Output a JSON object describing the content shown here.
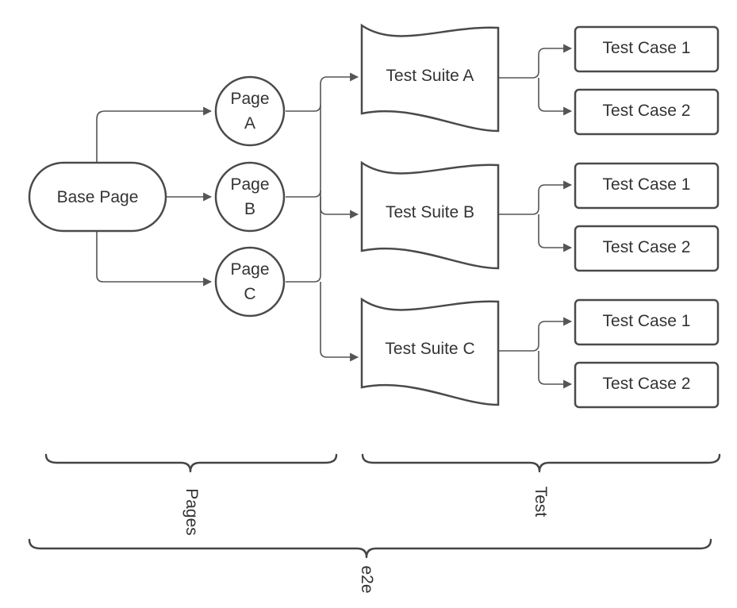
{
  "base": {
    "label": "Base Page"
  },
  "pages": {
    "a": {
      "line1": "Page",
      "line2": "A"
    },
    "b": {
      "line1": "Page",
      "line2": "B"
    },
    "c": {
      "line1": "Page",
      "line2": "C"
    }
  },
  "suites": {
    "a": {
      "label": "Test Suite A",
      "case1": "Test Case 1",
      "case2": "Test Case 2"
    },
    "b": {
      "label": "Test Suite B",
      "case1": "Test Case 1",
      "case2": "Test Case 2"
    },
    "c": {
      "label": "Test Suite C",
      "case1": "Test Case 1",
      "case2": "Test Case 2"
    }
  },
  "brackets": {
    "pages": "Pages",
    "test": "Test",
    "e2e": "e2e"
  },
  "colors": {
    "stroke": "#4a4a4a",
    "connector": "#555555",
    "text": "#333333",
    "background": "#ffffff"
  }
}
